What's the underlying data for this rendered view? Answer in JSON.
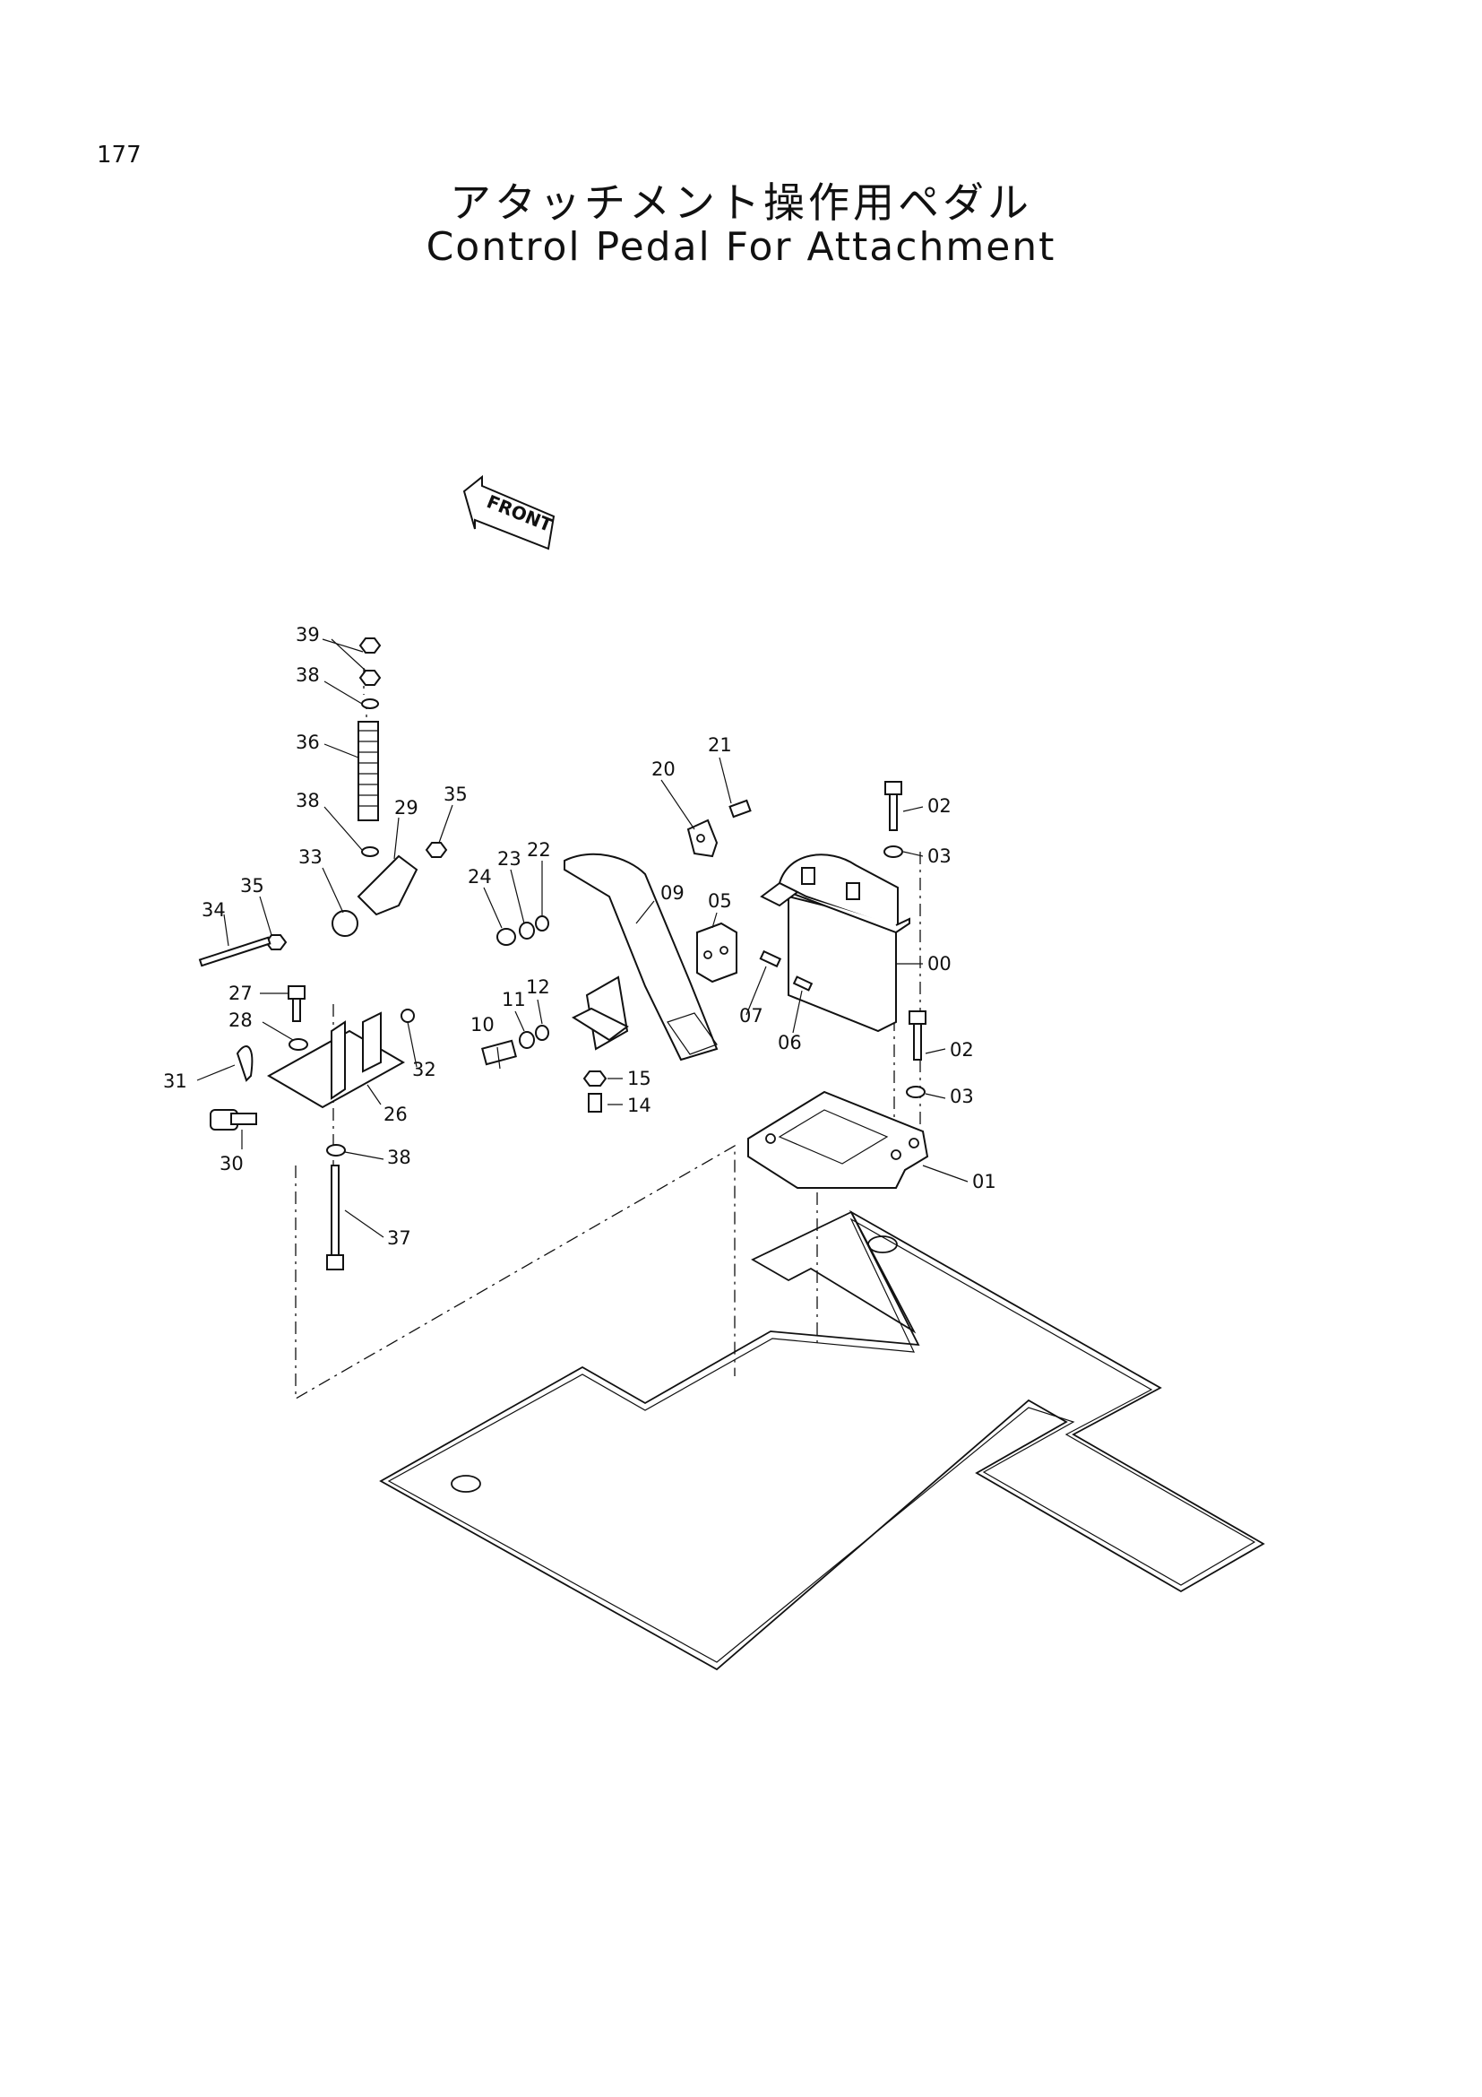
{
  "page_number": "177",
  "title_japanese": "アタッチメント操作用ペダル",
  "title_english": "Control Pedal For Attachment",
  "front_marker": "FRONT",
  "callouts": [
    "00",
    "01",
    "02",
    "02",
    "03",
    "03",
    "05",
    "06",
    "07",
    "09",
    "10",
    "11",
    "12",
    "14",
    "15",
    "20",
    "21",
    "22",
    "23",
    "24",
    "26",
    "27",
    "28",
    "29",
    "30",
    "31",
    "32",
    "33",
    "34",
    "35",
    "35",
    "36",
    "37",
    "38",
    "38",
    "38",
    "39"
  ]
}
